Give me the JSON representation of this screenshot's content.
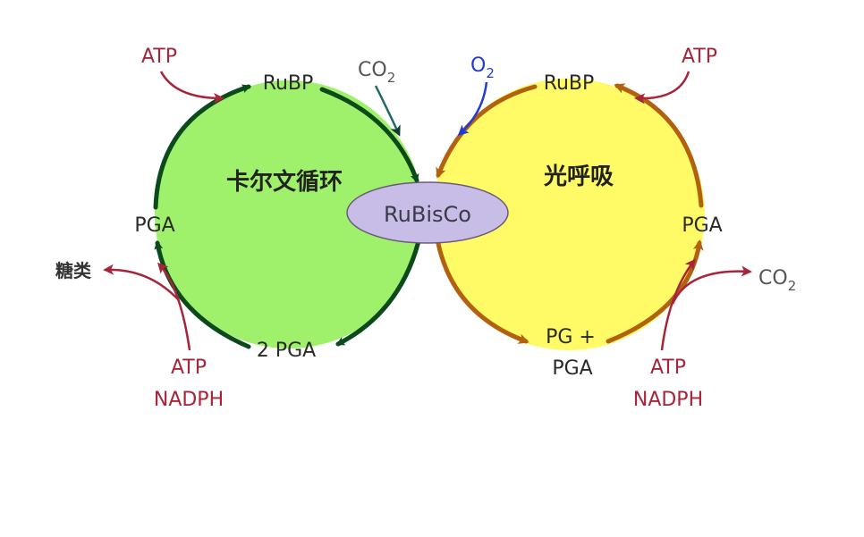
{
  "calvin": {
    "title": "卡尔文循环",
    "rubp": "RuBP",
    "pga": "PGA",
    "two_pga": "2 PGA",
    "in_co2": "CO",
    "in_co2_sub": "2",
    "atp_in": "ATP",
    "atp_bottom": "ATP",
    "nadph_bottom": "NADPH",
    "sugar_out": "糖类"
  },
  "photoresp": {
    "title": "光呼吸",
    "rubp": "RuBP",
    "pga": "PGA",
    "pg_plus": "PG +",
    "pg_pga": "PGA",
    "in_o2": "O",
    "in_o2_sub": "2",
    "atp_in": "ATP",
    "atp_bottom": "ATP",
    "nadph_bottom": "NADPH",
    "co2_out": "CO",
    "co2_out_sub": "2"
  },
  "enzyme": {
    "label": "RuBisCo"
  },
  "colors": {
    "calvin_fill": "#9ff06a",
    "calvin_stroke": "#0c4a1c",
    "photo_fill": "#fffb66",
    "photo_stroke": "#b2620f",
    "enzyme_fill": "#c7bde6",
    "red_label": "#a7253a",
    "o2_blue": "#1f3bd4",
    "co2_in": "#1e6b62",
    "gray_text": "#555555"
  }
}
